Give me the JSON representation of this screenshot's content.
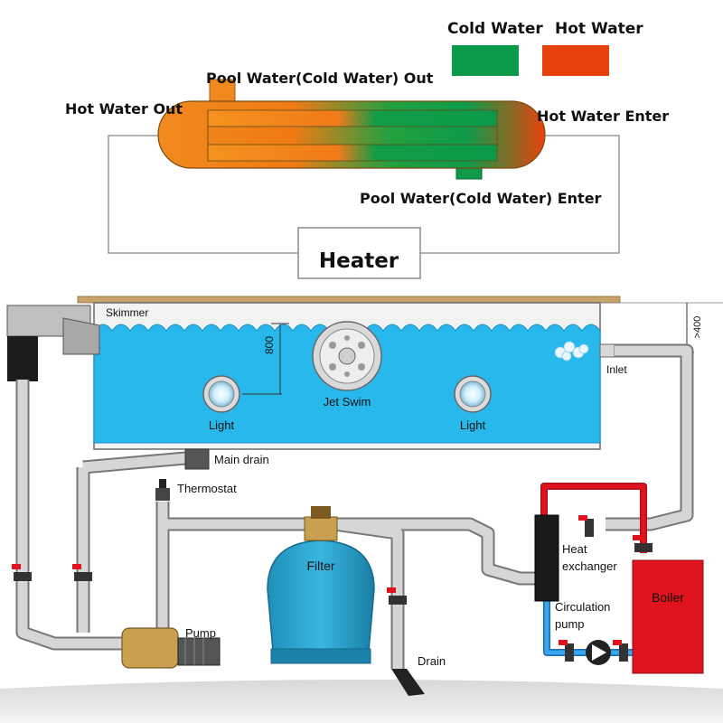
{
  "legend": {
    "cold_label": "Cold Water",
    "hot_label": "Hot Water",
    "cold_color": "#0a9a4a",
    "hot_color": "#e8420c"
  },
  "exchanger": {
    "pool_out_label": "Pool Water(Cold Water) Out",
    "hot_out_label": "Hot Water Out",
    "hot_enter_label": "Hot Water Enter",
    "pool_enter_label": "Pool Water(Cold Water) Enter",
    "heater_label": "Heater"
  },
  "pool": {
    "skimmer_label": "Skimmer",
    "depth_label": "800",
    "side_depth_label": ">400",
    "jet_label": "Jet Swim",
    "light_left_label": "Light",
    "light_right_label": "Light",
    "inlet_label": "Inlet",
    "main_drain_label": "Main drain",
    "thermostat_label": "Thermostat",
    "filter_label": "Filter",
    "heat_exchanger_label_1": "Heat",
    "heat_exchanger_label_2": "exchanger",
    "boiler_label": "Boiler",
    "circulation_label_1": "Circulation",
    "circulation_label_2": "pump",
    "pump_label": "Pump",
    "drain_label": "Drain",
    "water_color": "#29b8ec",
    "pipe_color": "#cfcfcf",
    "valve_color": "#e0141e",
    "boiler_color": "#e0141e"
  }
}
